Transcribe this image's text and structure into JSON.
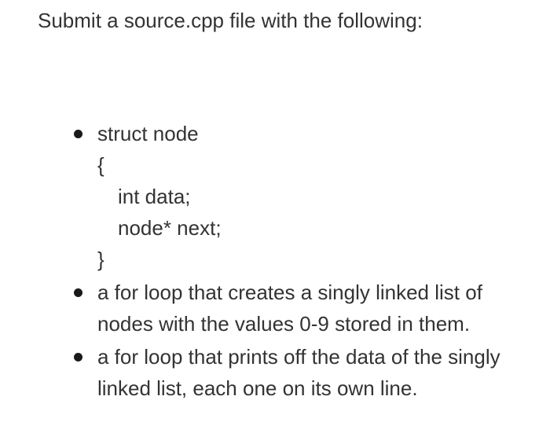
{
  "page": {
    "background_color": "#ffffff",
    "text_color": "#333333",
    "bullet_color": "#1a1a1a",
    "title": "Submit a source.cpp file with the following:"
  },
  "list": {
    "items": [
      {
        "lines": [
          "struct node",
          "{",
          "int data;",
          "node* next;",
          "}"
        ]
      },
      {
        "lines": [
          "a for loop that creates a singly linked list of",
          "nodes with the values 0-9 stored in them."
        ]
      },
      {
        "lines": [
          "a for loop that prints off the data of the singly",
          "linked list, each one on its own line."
        ]
      }
    ]
  }
}
